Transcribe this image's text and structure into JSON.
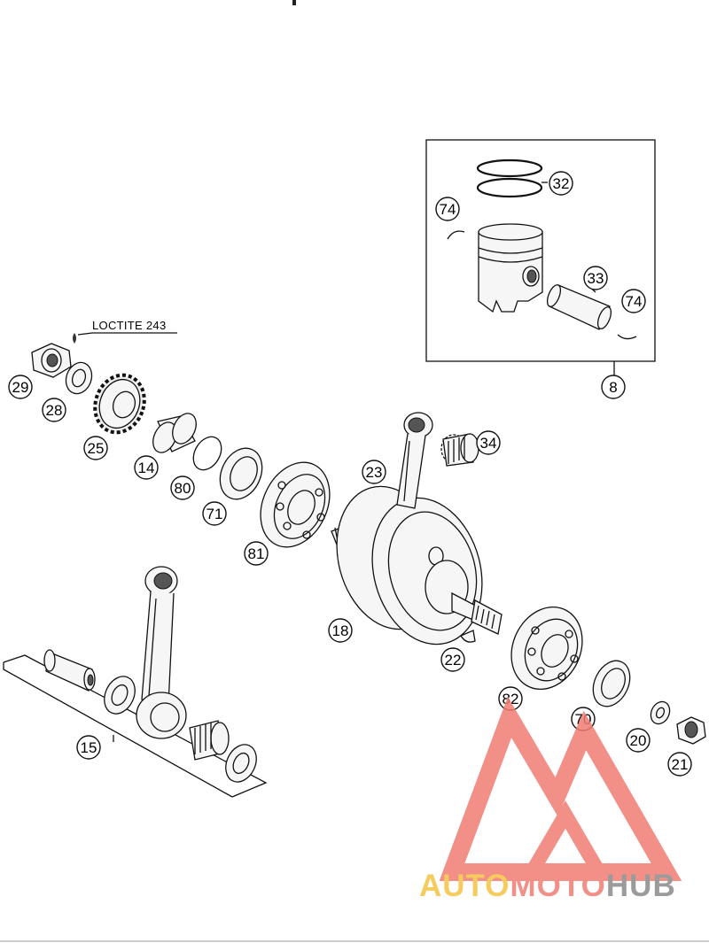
{
  "note": "LOCTITE 243",
  "callouts": [
    "8",
    "14",
    "15",
    "18",
    "20",
    "21",
    "22",
    "23",
    "25",
    "28",
    "29",
    "32",
    "33",
    "34",
    "70",
    "71",
    "74",
    "74",
    "80",
    "81",
    "82"
  ],
  "watermark": {
    "part1": "AUTO",
    "part2": "MOTO",
    "part3": "HUB"
  },
  "colors": {
    "wm_yellow": "#f5c342",
    "wm_red": "#f07c72",
    "wm_gray": "#8a8a8a",
    "line": "#111111"
  }
}
